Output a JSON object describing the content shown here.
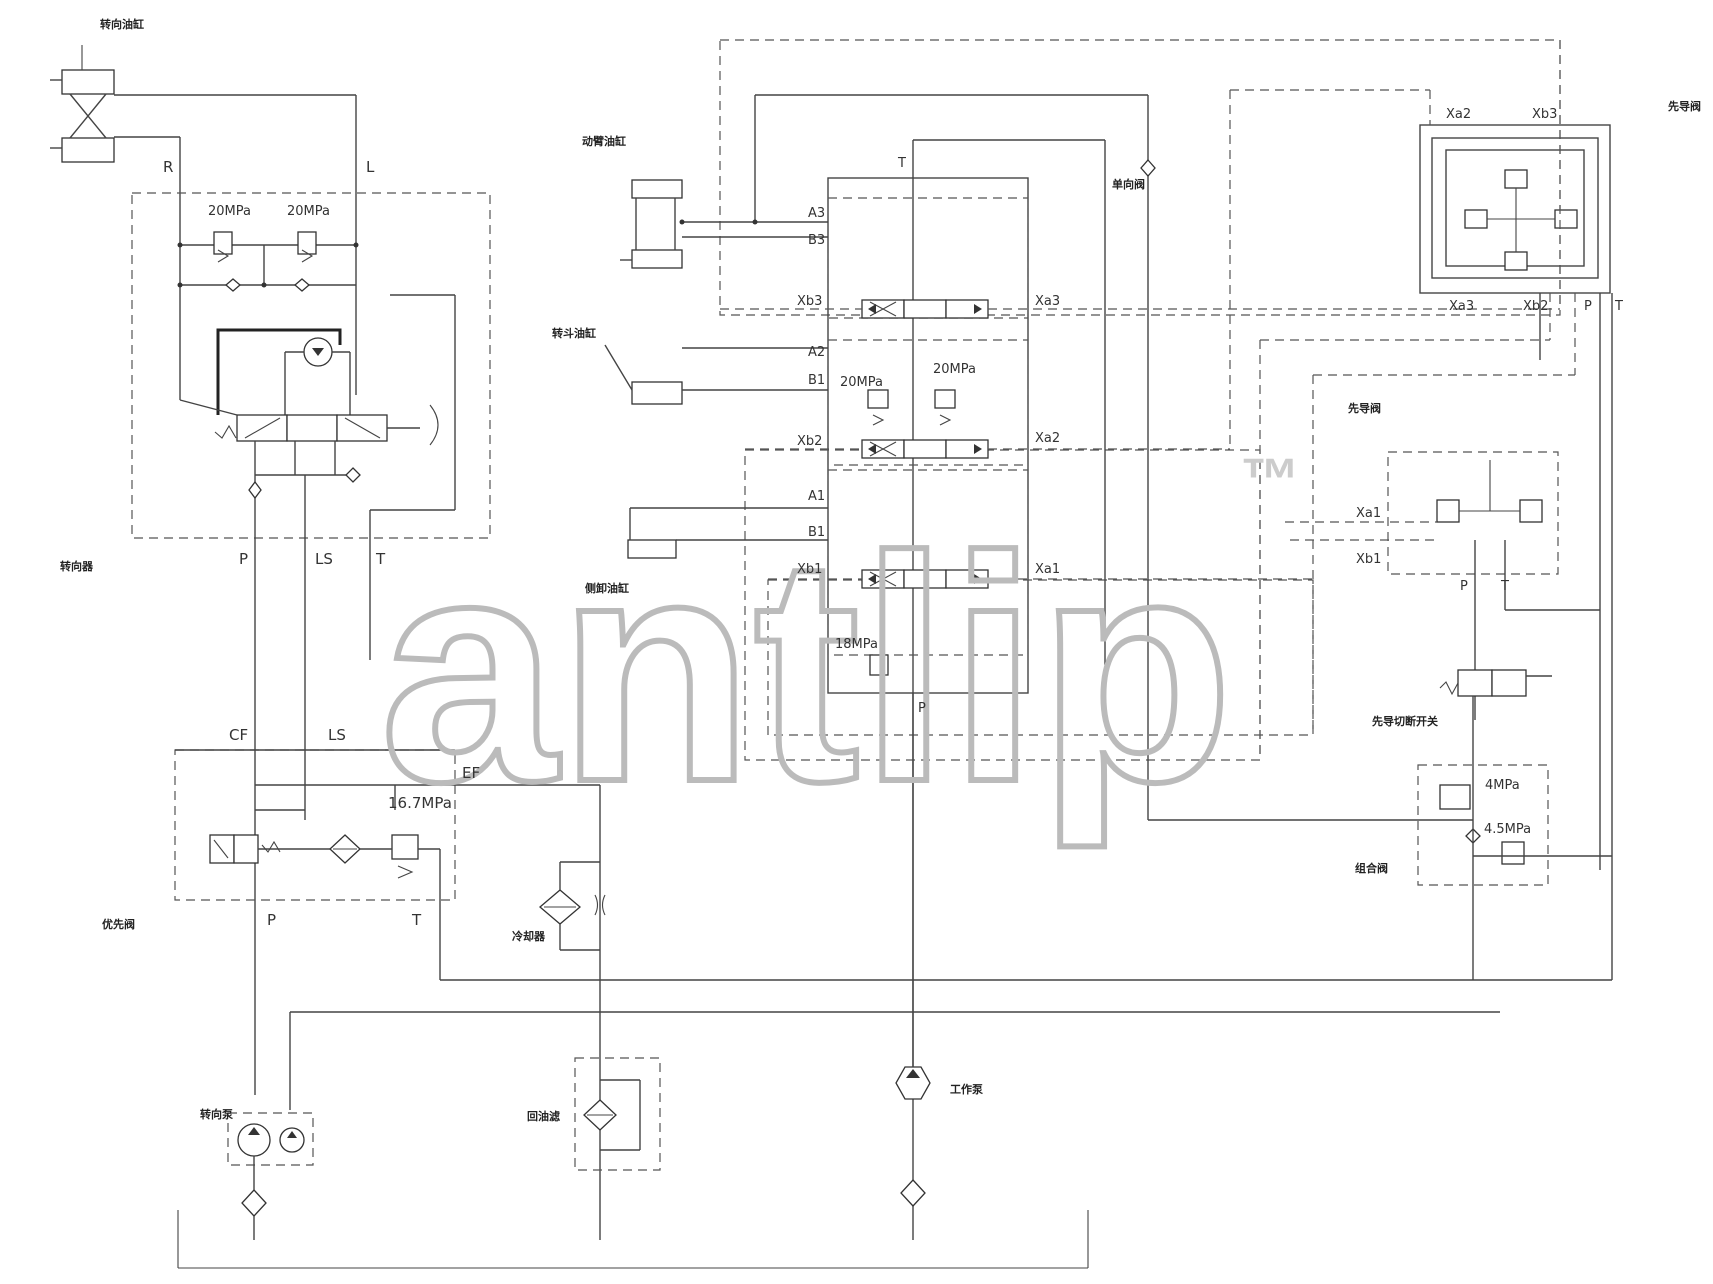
{
  "components": {
    "steering_cylinder": "转向油缸",
    "boom_cylinder": "动臂油缸",
    "bucket_cylinder": "转斗油缸",
    "side_dump_cylinder": "侧卸油缸",
    "check_valve": "单向阀",
    "pilot_valve_top": "先导阀",
    "pilot_valve_mid": "先导阀",
    "steering_unit": "转向器",
    "priority_valve": "优先阀",
    "cooler": "冷却器",
    "pilot_cutoff_switch": "先导切断开关",
    "combination_valve": "组合阀",
    "steering_pump": "转向泵",
    "return_filter": "回油滤",
    "working_pump": "工作泵"
  },
  "ports": {
    "R": "R",
    "L": "L",
    "P1": "P",
    "LS1": "LS",
    "T1": "T",
    "CF": "CF",
    "LS2": "LS",
    "EF": "EF",
    "P2": "P",
    "T2": "T",
    "T_main": "T",
    "P_main": "P",
    "A3": "A3",
    "B3": "B3",
    "A2": "A2",
    "B2": "B1",
    "A1": "A1",
    "B1": "B1",
    "Xb3_l": "Xb3",
    "Xa3_r": "Xa3",
    "Xb2_l": "Xb2",
    "Xa2_r": "Xa2",
    "Xb1_l": "Xb1",
    "Xa1_r": "Xa1",
    "Xa2_t": "Xa2",
    "Xb3_t": "Xb3",
    "Xa3_b": "Xa3",
    "Xb2_b": "Xb2",
    "P_t": "P",
    "T_t": "T",
    "Xa1_m": "Xa1",
    "Xb1_m": "Xb1",
    "P_m": "P",
    "T_m": "T"
  },
  "pressures": {
    "p20a": "20MPa",
    "p20b": "20MPa",
    "p20c": "20MPa",
    "p20d": "20MPa",
    "p18": "18MPa",
    "p167": "16.7MPa",
    "p4": "4MPa",
    "p45": "4.5MPa"
  },
  "watermark": "™"
}
